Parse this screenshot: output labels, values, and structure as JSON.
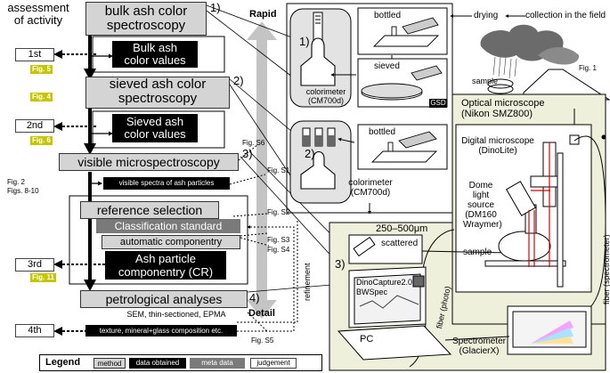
{
  "header": {
    "assessment": "assessment\nof activity",
    "rapid": "Rapid",
    "detail": "Detail",
    "refinement": "refinement"
  },
  "methods": {
    "bulk": "bulk ash color\nspectroscopy",
    "sieved": "sieved ash color\nspectroscopy",
    "visible": "visible microspectroscopy",
    "reference": "reference selection",
    "petro": "petrological analyses"
  },
  "data_obtained": {
    "bulk_values": "Bulk ash\ncolor values",
    "sieved_values": "Sieved ash\ncolor values",
    "spectra": "visible spectra of ash particles",
    "componentry": "Ash particle\ncomponentry (CR)",
    "texture": "texture, mineral+glass composition etc."
  },
  "meta_data": {
    "classification": "Classification standard",
    "auto": "automatic componentry"
  },
  "petro_sub": "SEM, thin-sectioned, EPMA",
  "judgements": [
    "1st",
    "2nd",
    "3rd",
    "4th"
  ],
  "figs": {
    "f5": "Fig. 5",
    "f4": "Fig. 4",
    "f6": "Fig. 6",
    "f11": "Fig. 11",
    "f2": "Fig. 2",
    "f810": "Figs. 8-10",
    "s6": "Fig. S6",
    "s1": "Fig. S1",
    "s2": "Fig. S2",
    "s3": "Fig. S3",
    "s4": "Fig. S4",
    "s5": "Fig. S5",
    "fig1": "Fig. 1"
  },
  "step_numbers": [
    "1)",
    "2)",
    "3)",
    "4)"
  ],
  "instrument": {
    "bottled": "bottled",
    "sieved": "sieved",
    "gsd": "GSD",
    "colorimeter": "colorimeter\n(CM700d)",
    "drying": "drying",
    "collection": "collection in the field",
    "sample": "sample",
    "size_range": "250–500μm",
    "scattered": "scattered",
    "optical": "Optical microscope\n(Nikon SMZ800)",
    "digital": "Digital microscope\n(DinoLite)",
    "dome": "Dome\nlight\nsource\n(DM160\nWraymer)",
    "sample2": "sample",
    "software": "DinoCapture2.0\nBWSpec",
    "pc": "PC",
    "spectrometer": "Spectrometer\n(GlacierX)",
    "fiber_photo": "fiber (photo)",
    "fiber_spec": "fiber (spectrometer)"
  },
  "legend": {
    "title": "Legend",
    "method": "method",
    "data": "data obtained",
    "meta": "meta data",
    "judgement": "judgement"
  }
}
